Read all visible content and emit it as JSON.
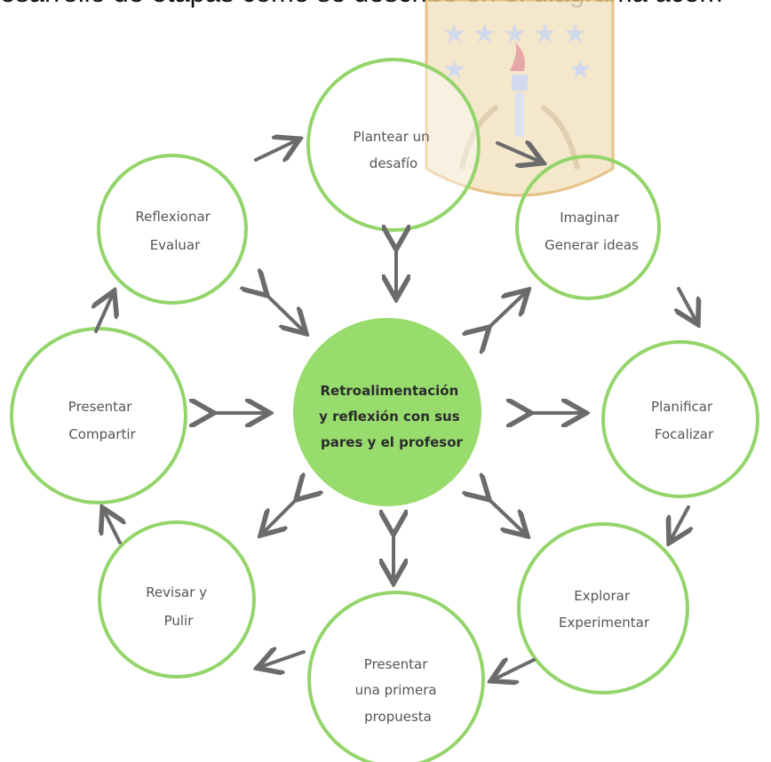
{
  "caption": "esarrollo de etapas como se describe en el diagrama acom",
  "colors": {
    "ring": "#93d56a",
    "center_fill": "#97dc6d",
    "arrow": "#6b6b6b",
    "watermark_gold": "#e2b873",
    "watermark_blue": "#b9c7e2"
  },
  "watermark": {
    "name": "university-crest-watermark"
  },
  "center": {
    "lines": [
      "Retroalimentación",
      "y reflexión con sus",
      "pares y el profesor"
    ]
  },
  "nodes": [
    {
      "id": "plantear",
      "lines": [
        "Plantear un",
        "desafío"
      ]
    },
    {
      "id": "imaginar",
      "lines": [
        "Imaginar",
        "Generar ideas"
      ]
    },
    {
      "id": "planificar",
      "lines": [
        "Planificar",
        "Focalizar"
      ]
    },
    {
      "id": "explorar",
      "lines": [
        "Explorar",
        "Experimentar"
      ]
    },
    {
      "id": "presentar-propuesta",
      "lines": [
        "Presentar",
        "una primera",
        "propuesta"
      ]
    },
    {
      "id": "revisar",
      "lines": [
        "Revisar y",
        "Pulir"
      ]
    },
    {
      "id": "presentar-compartir",
      "lines": [
        "Presentar",
        "Compartir"
      ]
    },
    {
      "id": "reflexionar",
      "lines": [
        "Reflexionar",
        "Evaluar"
      ]
    }
  ]
}
